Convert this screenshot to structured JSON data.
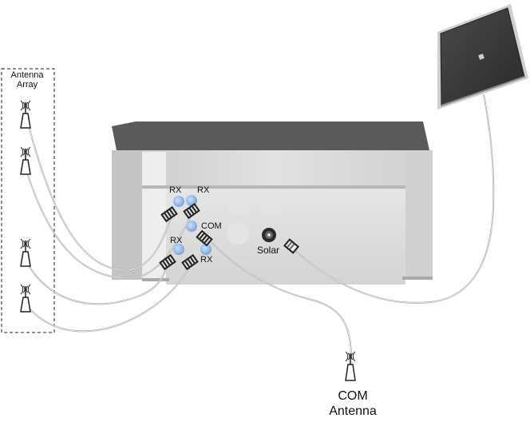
{
  "antenna_array": {
    "title_line1": "Antenna",
    "title_line2": "Array",
    "antenna_count": 4
  },
  "device": {
    "ports": {
      "rx_top_left": "RX",
      "rx_top_right": "RX",
      "com": "COM",
      "rx_bottom_left": "RX",
      "rx_bottom_right": "RX"
    },
    "solar_port_label": "Solar"
  },
  "com_antenna": {
    "label_line1": "COM",
    "label_line2": "Antenna"
  },
  "colors": {
    "device_body": "#d9d9d9",
    "device_top": "#555555",
    "port_blue": "#8fb6e8",
    "solar_panel": "#3a3a3a",
    "cable": "#a8a8a8"
  },
  "icons": [
    "antenna-icon",
    "connector-icon",
    "solar-panel-icon",
    "solar-port-icon"
  ]
}
